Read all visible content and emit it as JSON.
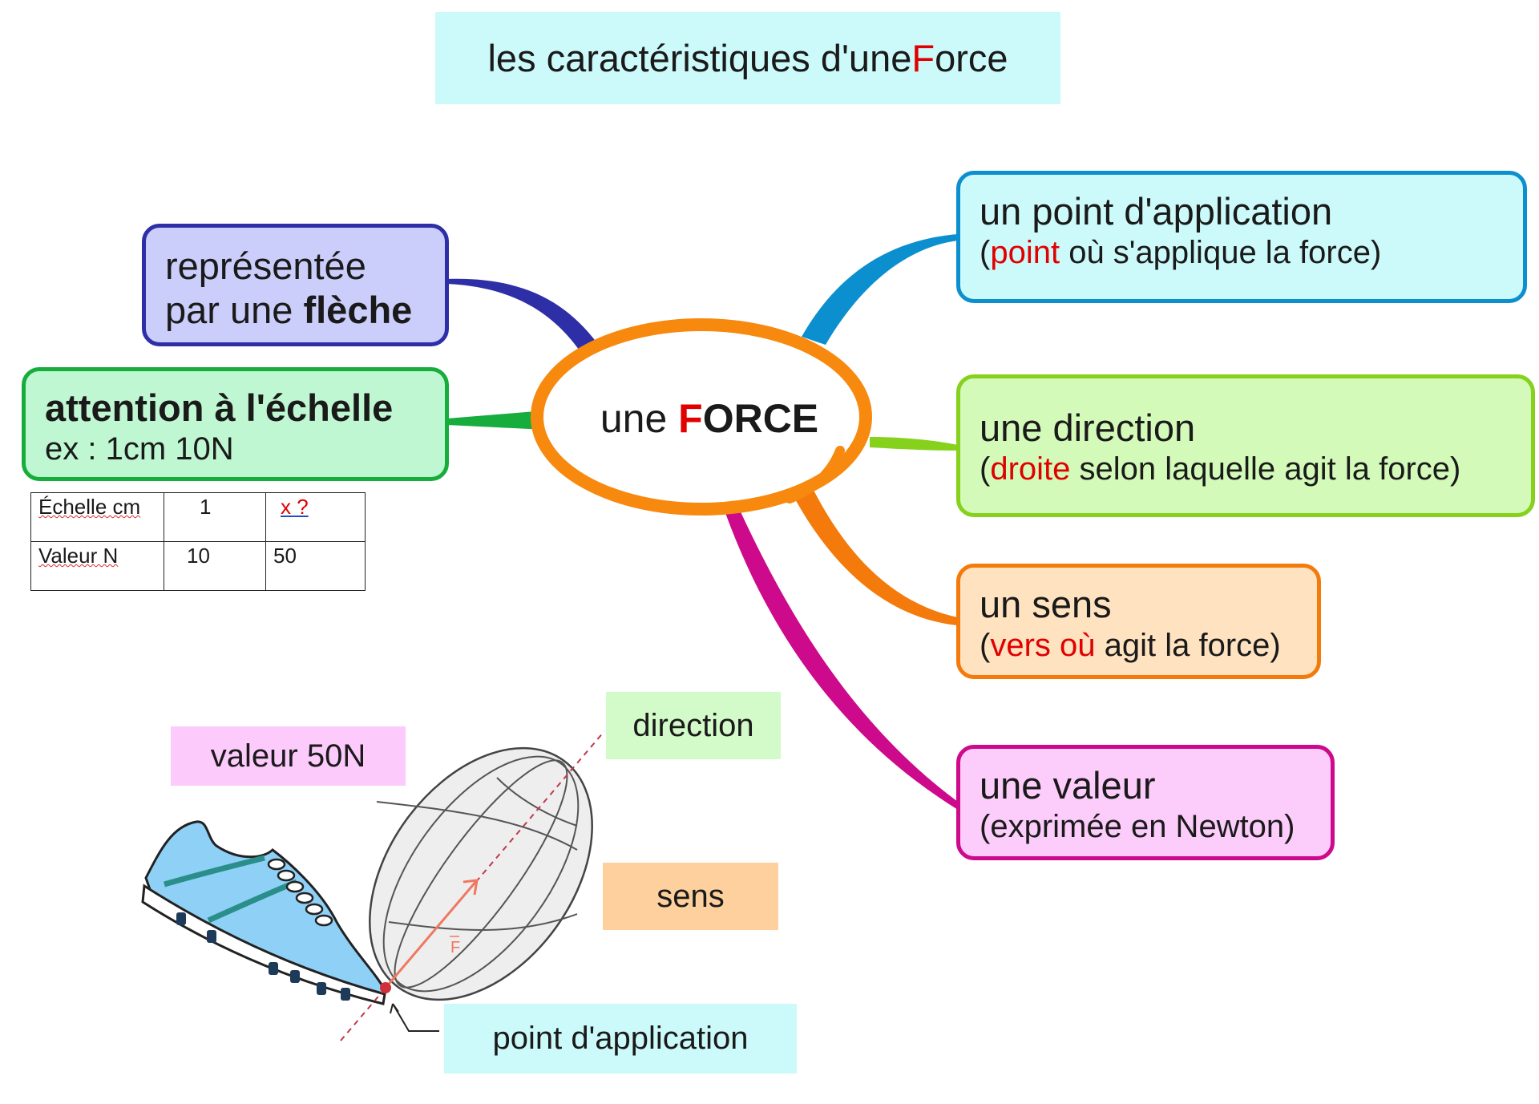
{
  "title": {
    "pre": "les caractéristiques d'une ",
    "highlight": "F",
    "post": "orce"
  },
  "center": {
    "pre": "une ",
    "highlight": "F",
    "post": "ORCE"
  },
  "left_nodes": {
    "fleche": {
      "line1": "représentée",
      "line2_pre": "par une ",
      "line2_bold": "flèche"
    },
    "echelle": {
      "line1": "attention à l'échelle",
      "line2": "ex : 1cm 10N"
    }
  },
  "right_nodes": {
    "point": {
      "title": "un point d'application",
      "paren_open": "(",
      "highlight": "point",
      "rest": " où s'applique la force)"
    },
    "direction": {
      "title": "une direction",
      "paren_open": "(",
      "highlight": "droite",
      "rest": " selon laquelle agit la force)"
    },
    "sens": {
      "title": "un sens",
      "paren_open": "(",
      "highlight": "vers où",
      "rest": " agit la force)"
    },
    "valeur": {
      "title": "une valeur",
      "detail": "(exprimée en Newton)"
    }
  },
  "scale_table": {
    "rows": [
      {
        "label": "Échelle cm",
        "a": "1",
        "b": "x ?"
      },
      {
        "label": "Valeur N",
        "a": "10",
        "b": "50"
      }
    ]
  },
  "illustration": {
    "tags": {
      "valeur": "valeur 50N",
      "direction": "direction",
      "sens": "sens",
      "point": "point d'application"
    },
    "vector_label": "F"
  },
  "colors": {
    "center_ring": "#f7890f",
    "highlight_red": "#e00000",
    "branch_fleche": "#2e2fa7",
    "branch_echelle": "#16ad3c",
    "branch_point": "#0c8fcf",
    "branch_direction": "#86d11c",
    "branch_sens": "#f37a0b",
    "branch_valeur": "#cc0a8b"
  }
}
